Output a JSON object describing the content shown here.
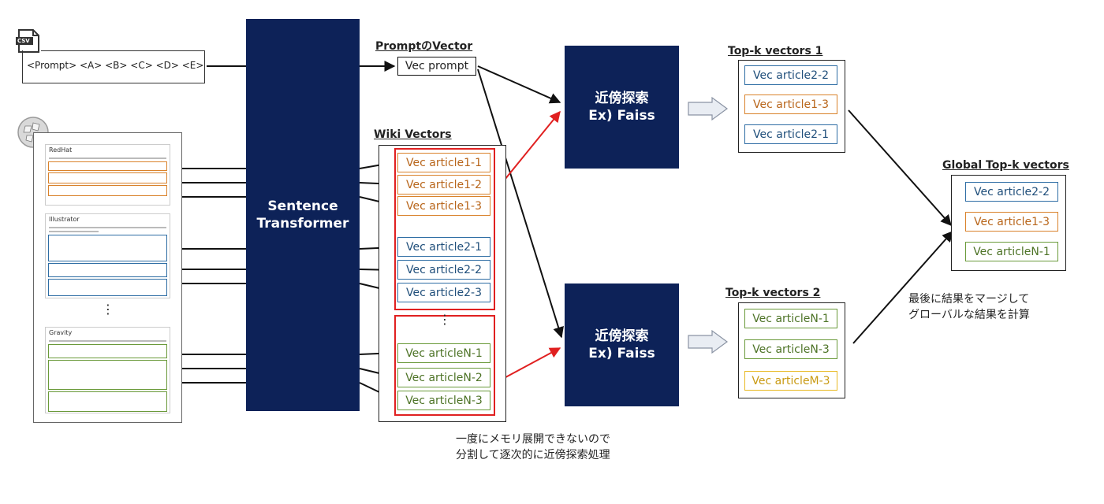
{
  "csv": {
    "icon_label": "CSV",
    "prompt_row": "<Prompt> <A> <B> <C> <D> <E>"
  },
  "encoder": {
    "line1": "Sentence",
    "line2": "Transformer"
  },
  "prompt_vector": {
    "heading": "PromptのVector",
    "label": "Vec prompt"
  },
  "wiki_vectors": {
    "heading": "Wiki Vectors",
    "group1": [
      "Vec article1-1",
      "Vec article1-2",
      "Vec article1-3"
    ],
    "group2": [
      "Vec article2-1",
      "Vec article2-2",
      "Vec article2-3"
    ],
    "ellipsis": "⋮",
    "groupN": [
      "Vec articleN-1",
      "Vec articleN-2",
      "Vec articleN-3"
    ]
  },
  "search": [
    {
      "line1": "近傍探索",
      "line2": "Ex) Faiss"
    },
    {
      "line1": "近傍探索",
      "line2": "Ex) Faiss"
    }
  ],
  "topk1": {
    "heading": "Top-k vectors 1",
    "items": [
      "Vec article2-2",
      "Vec article1-3",
      "Vec article2-1"
    ]
  },
  "topk2": {
    "heading": "Top-k vectors 2",
    "items": [
      "Vec articleN-1",
      "Vec articleN-3",
      "Vec articleM-3"
    ]
  },
  "global": {
    "heading": "Global Top-k vectors",
    "items": [
      "Vec article2-2",
      "Vec article1-3",
      "Vec articleN-1"
    ]
  },
  "notes": {
    "merge_line1": "最後に結果をマージして",
    "merge_line2": "グローバルな結果を計算",
    "memory_line1": "一度にメモリ展開できないので",
    "memory_line2": "分割して逐次的に近傍探索処理"
  },
  "docs": {
    "ellipsis": "⋮",
    "titles": [
      "RedHat",
      "Illustrator",
      "Gravity"
    ]
  },
  "colors": {
    "navy": "#0d2258",
    "blue": "#2e6da4",
    "orange": "#d9822b",
    "green": "#6a9a3a",
    "yellow": "#e8b923",
    "red": "#e02020"
  }
}
